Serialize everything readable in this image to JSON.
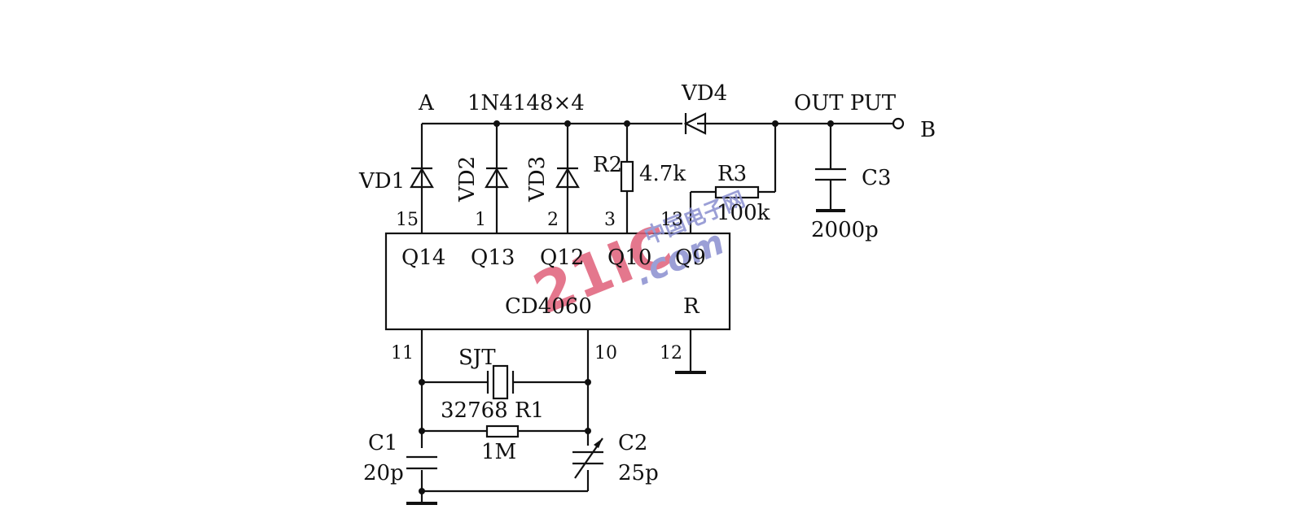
{
  "labels": {
    "node_a": "A",
    "diode_part": "1N4148×4",
    "vd4": "VD4",
    "output": "OUT PUT",
    "node_b": "B",
    "vd1": "VD1",
    "vd2": "VD2",
    "vd3": "VD3",
    "r2": "R2",
    "r2_value": "4.7k",
    "r3": "R3",
    "r3_value": "100k",
    "c3": "C3",
    "c3_value": "2000p",
    "crystal": "SJT",
    "crystal_value": "32768",
    "r1": "R1",
    "r1_value": "1M",
    "c1": "C1",
    "c1_value": "20p",
    "c2": "C2",
    "c2_value": "25p"
  },
  "ic": {
    "name": "CD4060",
    "reset": "R",
    "outputs": [
      "Q14",
      "Q13",
      "Q12",
      "Q10",
      "Q9"
    ],
    "top_pins": [
      "15",
      "1",
      "2",
      "3",
      "13"
    ],
    "bottom_pins": [
      "11",
      "10",
      "12"
    ]
  },
  "watermark": {
    "brand": "21IC",
    "domain": ".com",
    "chinese": "中国电子网",
    "color_red": "#e0607a",
    "color_blue": "#8a8fd0"
  }
}
